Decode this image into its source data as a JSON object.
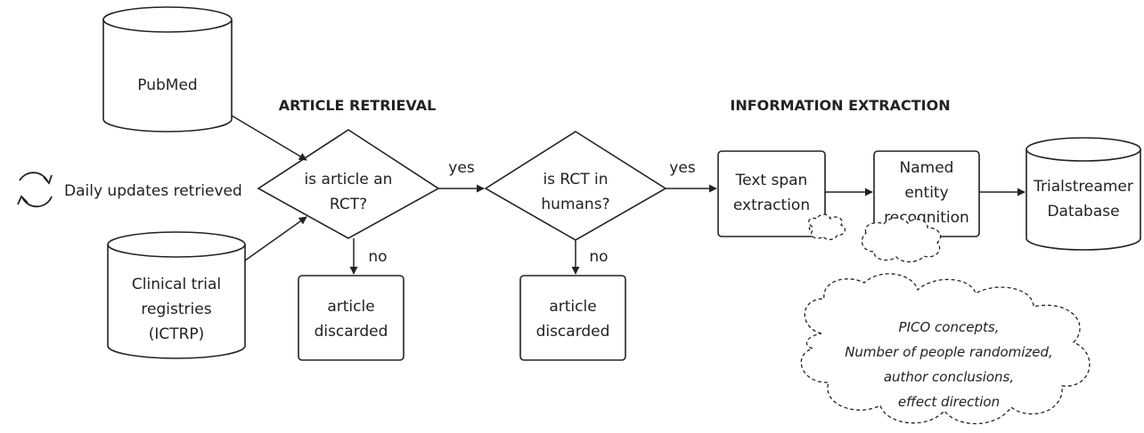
{
  "sections": {
    "article_retrieval": "ARTICLE RETRIEVAL",
    "information_extraction": "INFORMATION EXTRACTION"
  },
  "sources": {
    "pubmed": "PubMed",
    "registries": [
      "Clinical trial",
      "registries",
      "(ICTRP)"
    ]
  },
  "updates": {
    "label": "Daily updates retrieved",
    "icon": "refresh-cycle-icon"
  },
  "decisions": {
    "rct": [
      "is article an",
      "RCT?"
    ],
    "humans": [
      "is RCT in",
      "humans?"
    ]
  },
  "edge_labels": {
    "yes1": "yes",
    "yes2": "yes",
    "no1": "no",
    "no2": "no"
  },
  "discards": {
    "first": [
      "article",
      "discarded"
    ],
    "second": [
      "article",
      "discarded"
    ]
  },
  "steps": {
    "text_span": [
      "Text span",
      "extraction"
    ],
    "ner": [
      "Named",
      "entity",
      "recognition"
    ]
  },
  "database": [
    "Trialstreamer",
    "Database"
  ],
  "extraction_note": [
    "PICO concepts,",
    "Number of people randomized,",
    "author conclusions,",
    "effect direction"
  ]
}
